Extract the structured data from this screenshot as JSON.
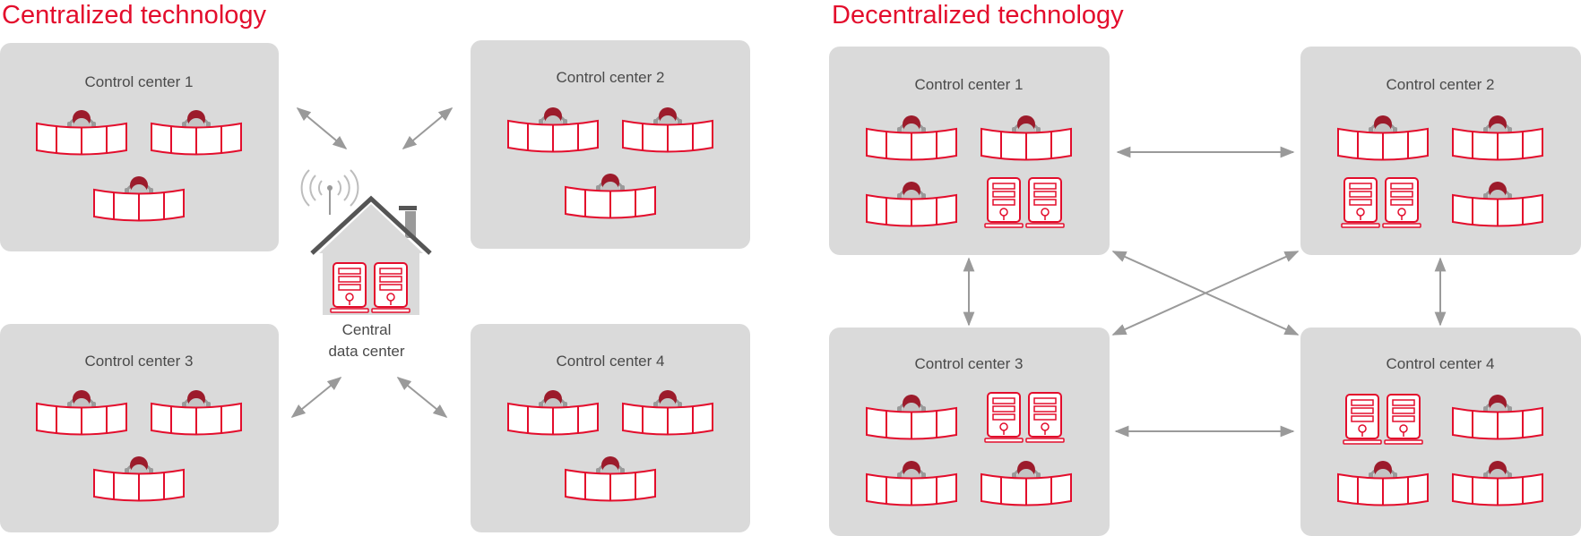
{
  "colors": {
    "accent": "#e30d2c",
    "panel": "#dadada",
    "arrow": "#9a9a9a",
    "label": "#4a4a4a",
    "skin": "#bdbdbd",
    "hair": "#9c1b2b"
  },
  "icons": [
    "operator-workstation-icon",
    "server-rack-icon",
    "house-icon",
    "antenna-icon"
  ],
  "centralized": {
    "title": "Centralized technology",
    "center_1": "Control center 1",
    "center_2": "Control center 2",
    "center_3": "Control center 3",
    "center_4": "Control center 4",
    "hub_line1": "Central",
    "hub_line2": "data center"
  },
  "decentralized": {
    "title": "Decentralized technology",
    "center_1": "Control center 1",
    "center_2": "Control center 2",
    "center_3": "Control center 3",
    "center_4": "Control center 4"
  }
}
